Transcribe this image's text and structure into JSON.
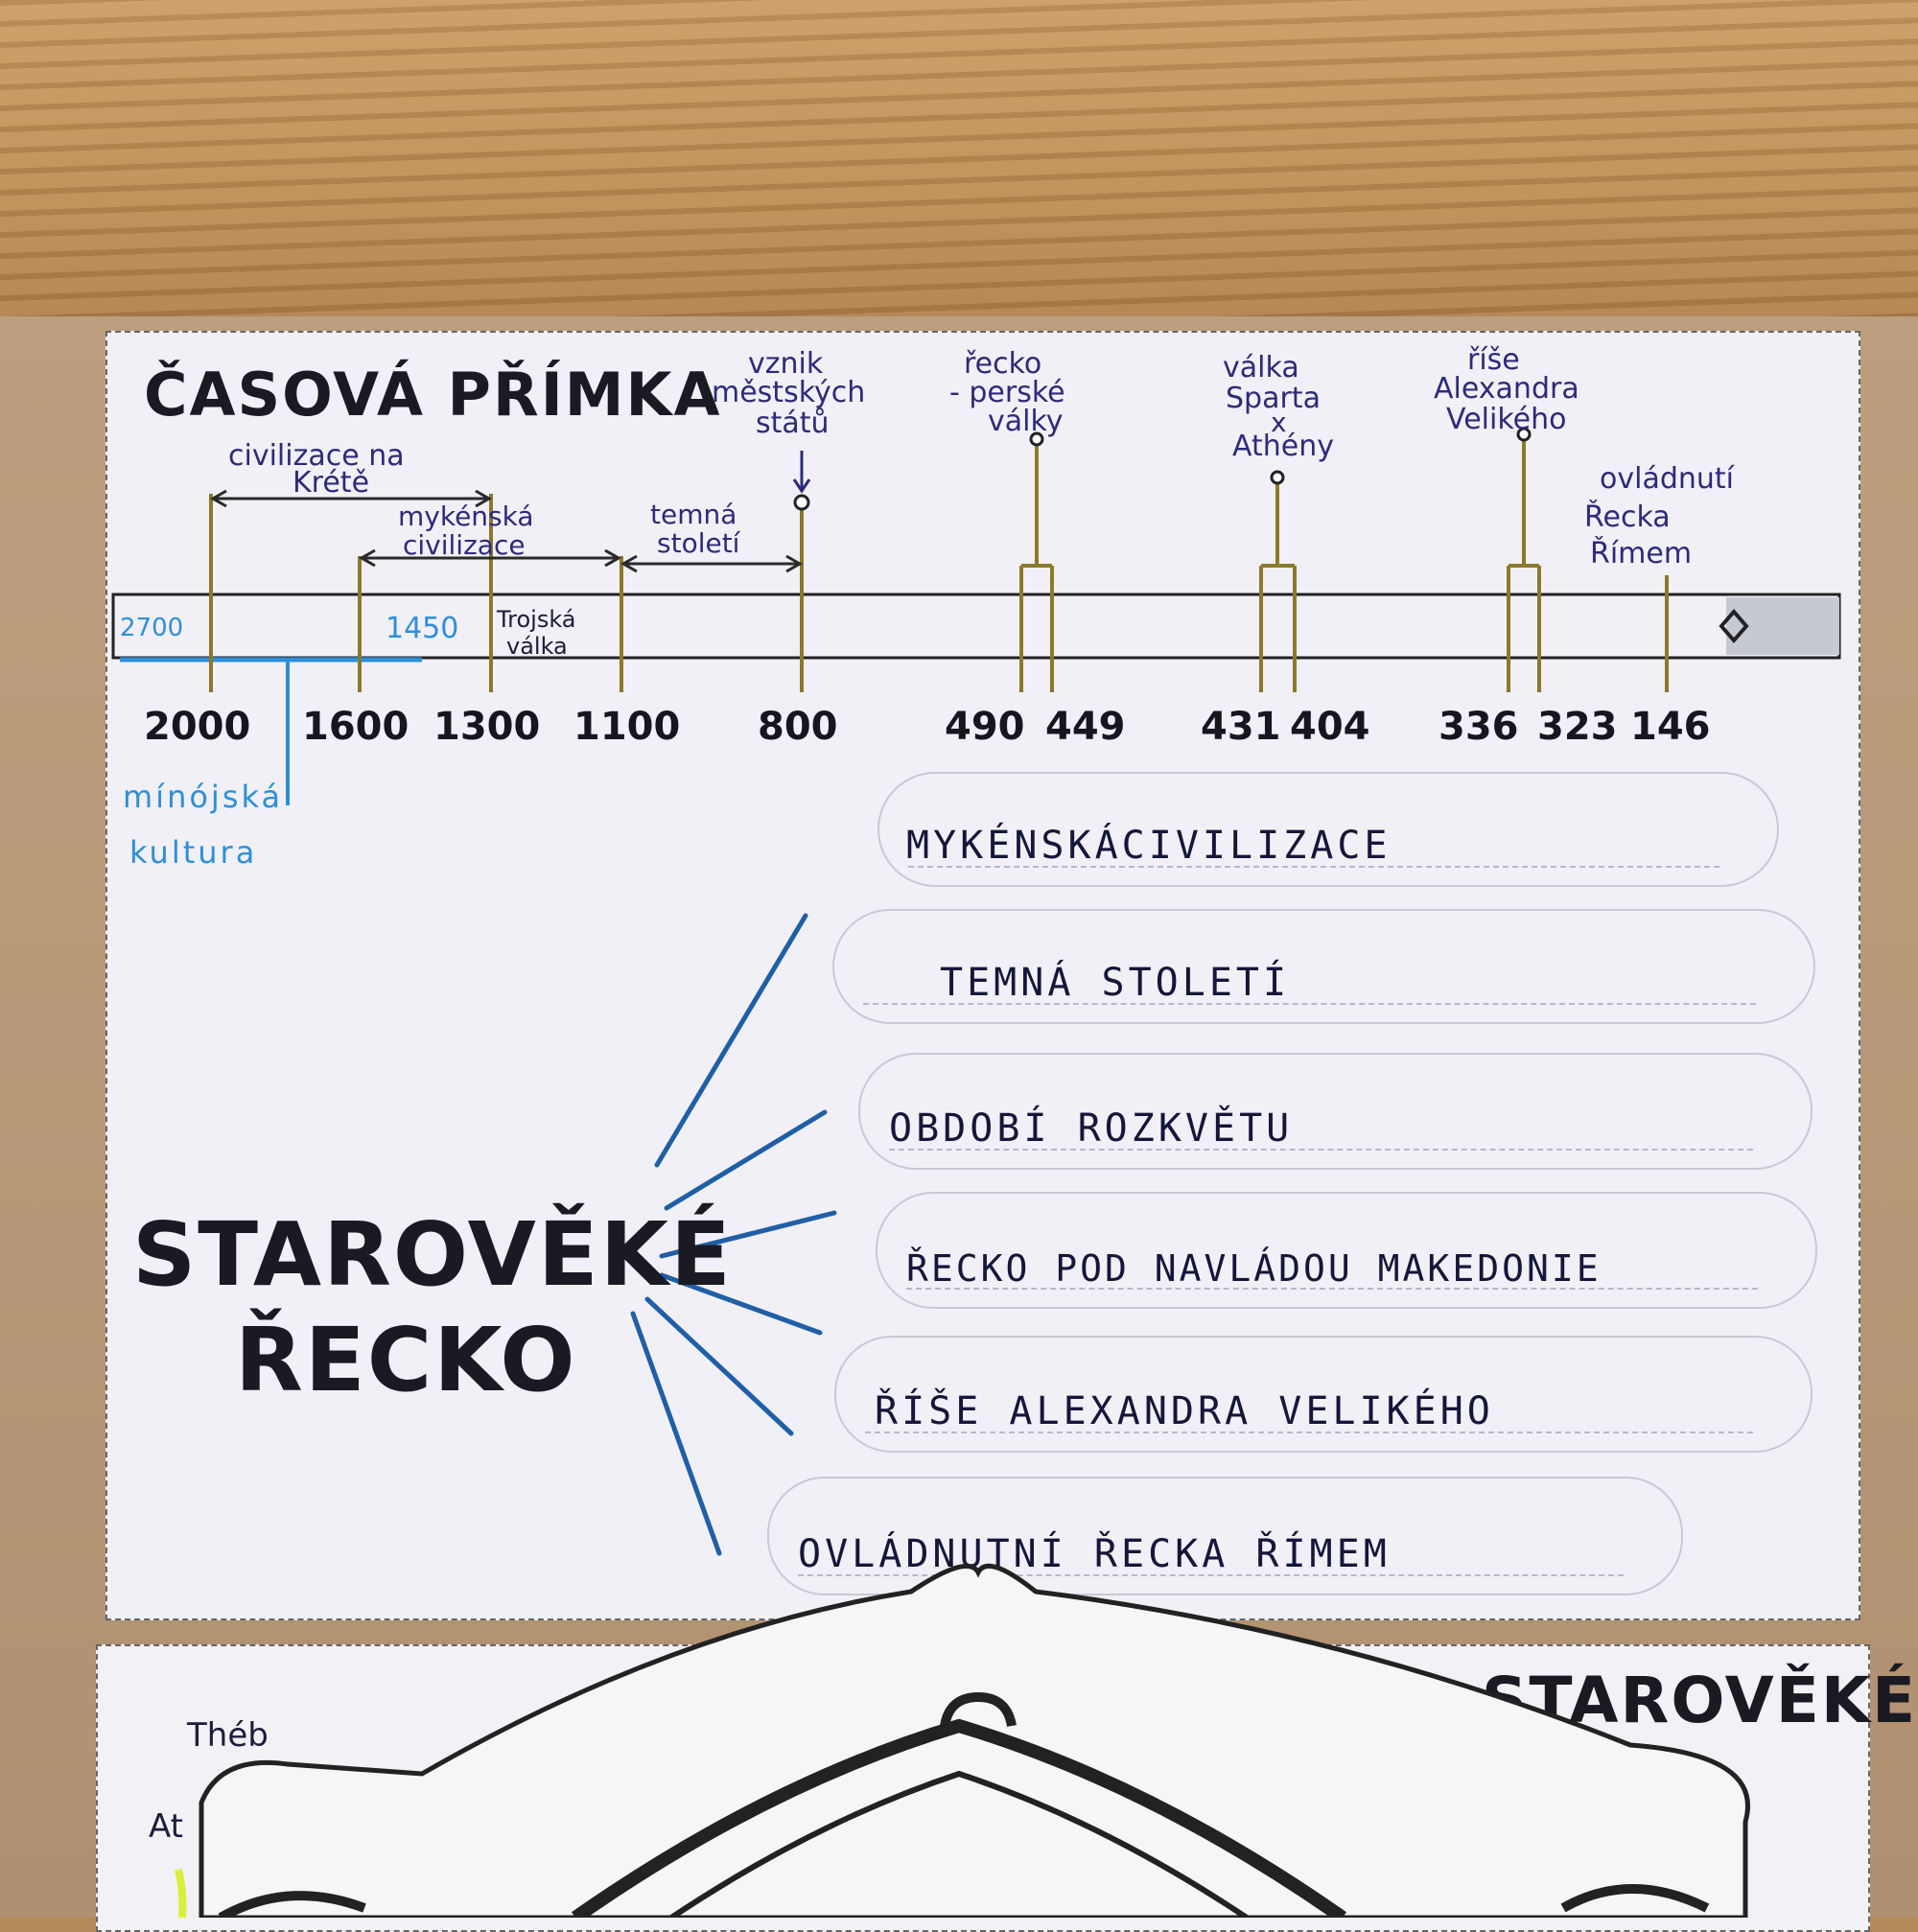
{
  "timeline": {
    "title": "ČASOVÁ PŘÍMKA",
    "years": [
      "2000",
      "1600",
      "1300",
      "1100",
      "800",
      "490",
      "449",
      "431",
      "404",
      "336",
      "323",
      "146"
    ],
    "blue_years": [
      "2700",
      "1450"
    ],
    "blue_label_1": "mínójská",
    "blue_label_2": "kultura",
    "events": {
      "civilizace_1": "civilizace na",
      "civilizace_2": "Krétě",
      "mykenska_1": "mykénská",
      "mykenska_2": "civilizace",
      "temna_1": "temná",
      "temna_2": "století",
      "trojska_1": "Trojská",
      "trojska_2": "válka",
      "vznik_1": "vznik",
      "vznik_2": "městských",
      "vznik_3": "států",
      "recko_1": "řecko",
      "recko_2": "- perské",
      "recko_3": "války",
      "valka_1": "válka",
      "valka_2": "Sparta",
      "valka_3": "x",
      "valka_4": "Athény",
      "rise_1": "říše",
      "rise_2": "Alexandra",
      "rise_3": "Velikého",
      "ovl_1": "ovládnutí",
      "ovl_2": "Řecka",
      "ovl_3": "Římem"
    }
  },
  "mindmap": {
    "title_1": "STAROVĚKÉ",
    "title_2": "ŘECKO",
    "items": [
      "MYKÉNSKÁCIVILIZACE",
      "TEMNÁ STOLETÍ",
      "OBDOBÍ ROZKVĚTU",
      "ŘECKO POD NAVLÁDOU MAKEDONIE",
      "ŘÍŠE ALEXANDRA VELIKÉHO",
      "OVLÁDNUTNÍ ŘECKA ŘÍMEM"
    ]
  },
  "second_sheet": {
    "title": "STAROVĚKÉ",
    "partial_1": "Théb",
    "partial_2": "At"
  }
}
